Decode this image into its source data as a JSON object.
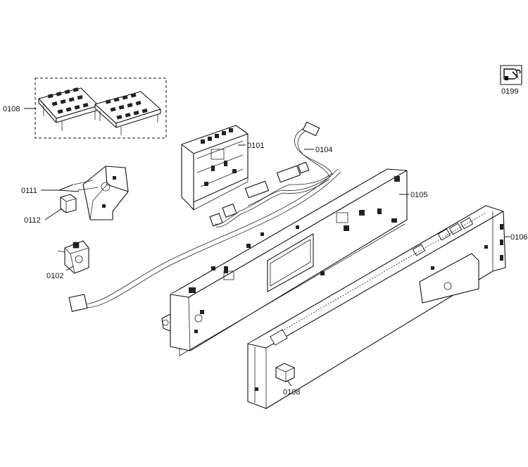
{
  "labels": {
    "p0101": "0101",
    "p0102": "0102",
    "p0104": "0104",
    "p0105": "0105",
    "p0106": "0106",
    "p0108_top": "0108",
    "p0108_bottom": "0108",
    "p0111": "0111",
    "p0112": "0112",
    "p0199": "0199"
  },
  "icon": "service-wrench-icon"
}
